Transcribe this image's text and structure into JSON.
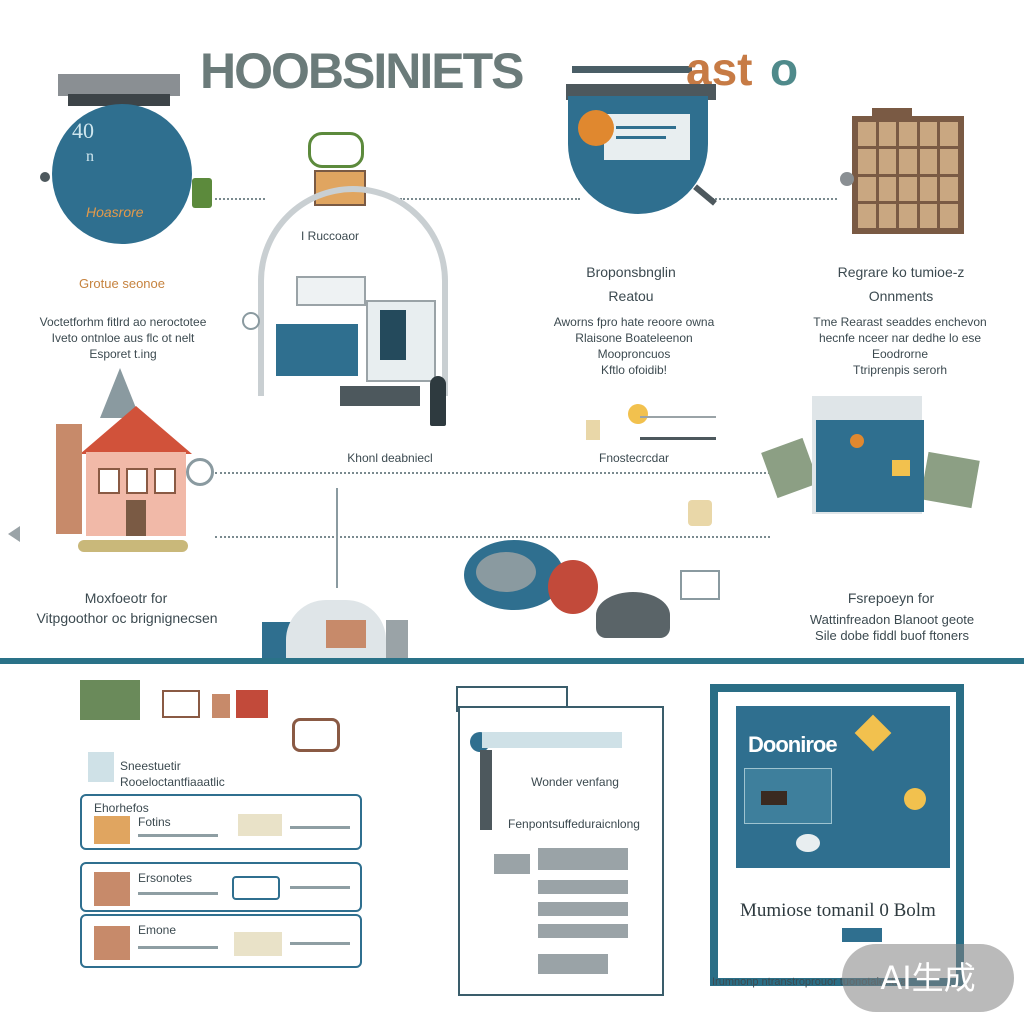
{
  "title": {
    "part1": "HOOBSINIETS",
    "part2": "ASTO",
    "accent": "ast",
    "accent2": "o"
  },
  "nodes": {
    "top_left": {
      "pot_number": "40",
      "pot_sub": "n",
      "pot_label": "Hoasrore",
      "heading": "Grotue seonoe",
      "lines": [
        "Voctetforhm fitlrd ao neroctotee",
        "Iveto ontnloe aus flc ot nelt",
        "Esporet t.ing"
      ]
    },
    "top_center": {
      "label": "I Ruccoaor"
    },
    "top_right_center": {
      "heading": "Broponsbnglin",
      "sub": "Reatou",
      "lines": [
        "Aworns fpro hate reoore owna",
        "Rlaisone Boateleenon",
        "Mooproncuos",
        "Kftlo ofoidib!"
      ]
    },
    "top_right": {
      "heading": "Regrare ko tumioe-z",
      "sub": "Onnments",
      "lines": [
        "Tme Rearast seaddes enchevon",
        "hecnfe nceer nar dedhe lo ese",
        "Eoodrorne",
        "Ttriprenpis serorh"
      ]
    },
    "middle_center": {
      "label": "Khonl deabniecl"
    },
    "middle_right_center": {
      "label": "Fnostecrcdar"
    },
    "middle_left": {
      "heading": "Moxfoeotr for",
      "line": "Vitpgoothor oc brignignecsen"
    },
    "middle_right": {
      "heading": "Fsrepoeyn for",
      "lines": [
        "Wattinfreadon Blanoot geote",
        "Sile dobe fiddl buof ftoners"
      ]
    }
  },
  "bottom": {
    "list_header": [
      "Sneestuetir",
      "Rooeloctantfiaaatlic"
    ],
    "cards": [
      {
        "title": "Ehorhefos",
        "sub": "Fotins"
      },
      {
        "title": "Ersonotes",
        "sub": ""
      },
      {
        "title": "Emone",
        "sub": ""
      }
    ],
    "doc": {
      "heading": "Wonder venfang",
      "sub": "Fenpontsuffeduraicnlong"
    },
    "board": {
      "title": "Dooniroe",
      "caption": "Mumiose tomanil 0 Bolm",
      "footer": "Irumnonp ntranstroprouor tuonotalentoa"
    }
  },
  "watermark": "AI生成",
  "colors": {
    "teal": "#2a7288",
    "orange": "#c77b45",
    "brown": "#7a5a44",
    "gray": "#9aa3a7"
  }
}
